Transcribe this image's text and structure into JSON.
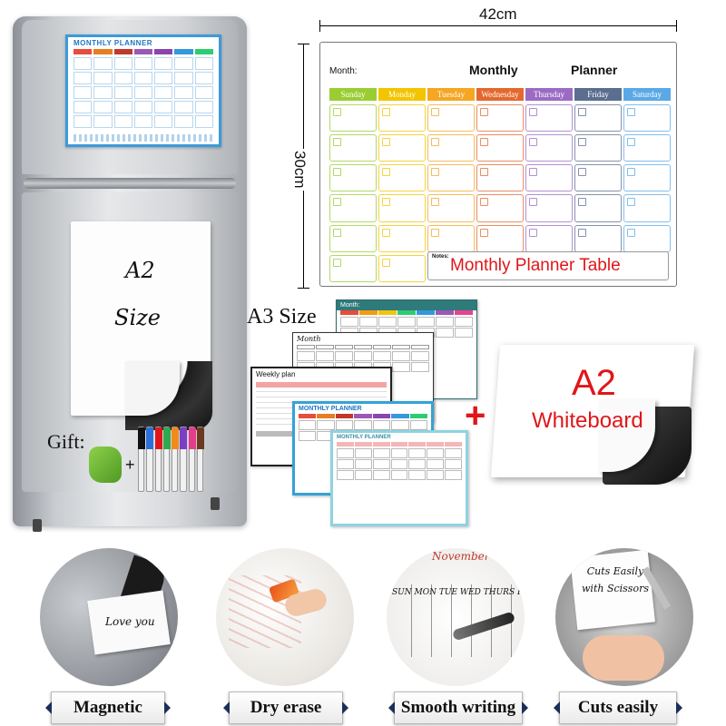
{
  "mini_planner_title": "MONTHLY PLANNER",
  "fridge_sheet": {
    "line1": "A2",
    "line2": "Size"
  },
  "gift_label": "Gift:",
  "plus_small": "+",
  "pen_colors": [
    "#111111",
    "#2a6fdb",
    "#e0161a",
    "#2fa84f",
    "#f08a1c",
    "#7a3fc4",
    "#e43d8c",
    "#6b3a1e"
  ],
  "dimensions": {
    "width": "42cm",
    "height": "30cm"
  },
  "planner": {
    "month_label": "Month:",
    "title_left": "Monthly",
    "title_right": "Planner",
    "notes_label": "Notes:",
    "caption": "Monthly Planner Table",
    "days": [
      {
        "name": "Sunday",
        "color": "#9acd32"
      },
      {
        "name": "Monday",
        "color": "#f2c500"
      },
      {
        "name": "Tuesday",
        "color": "#f5a623"
      },
      {
        "name": "Wednesday",
        "color": "#e4682e"
      },
      {
        "name": "Thursday",
        "color": "#9b6bc4"
      },
      {
        "name": "Friday",
        "color": "#5b6e8f"
      },
      {
        "name": "Saturday",
        "color": "#5aa9e6"
      }
    ]
  },
  "a3_label": "A3 Size",
  "a3_sheets": {
    "teal_month": "Month:",
    "grey_month": "Month",
    "weekly_title": "Weekly plan",
    "blue_title": "MONTHLY PLANNER",
    "floral_title": "MONTHLY PLANNER"
  },
  "a2": {
    "plus": "+",
    "title": "A2",
    "subtitle": "Whiteboard"
  },
  "features": [
    {
      "label": "Magnetic",
      "note": "Love you",
      "icon": "magnet-sheet-icon"
    },
    {
      "label": "Dry erase",
      "note": "",
      "icon": "eraser-icon"
    },
    {
      "label": "Smooth writing",
      "note": "November",
      "icon": "marker-icon"
    },
    {
      "label": "Cuts easily",
      "note": "Cuts Easily with Scissors",
      "icon": "scissors-icon"
    }
  ],
  "smooth_writing_days": "SUN MON TUE WED THURS FRI SAT"
}
